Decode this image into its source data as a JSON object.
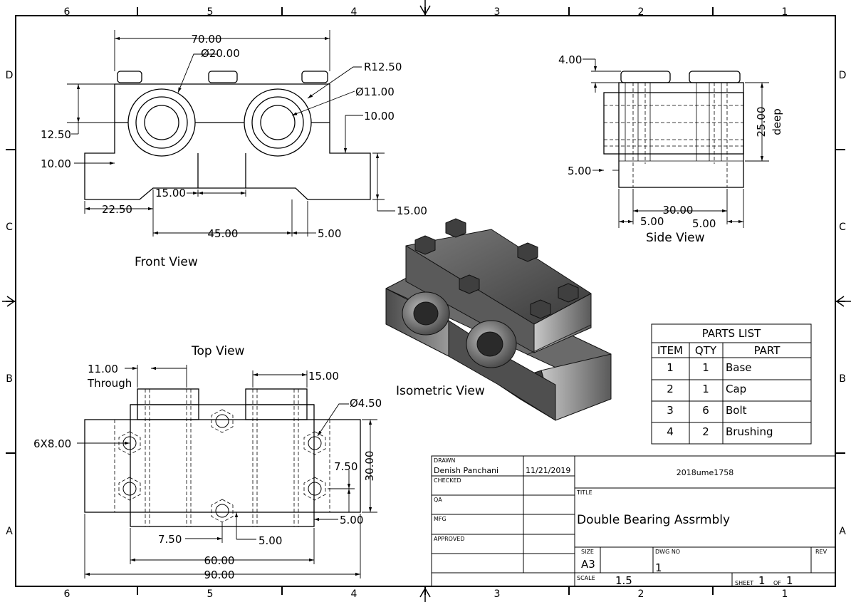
{
  "zones": {
    "columns": [
      "6",
      "5",
      "4",
      "3",
      "2",
      "1"
    ],
    "rows": [
      "D",
      "C",
      "B",
      "A"
    ]
  },
  "front_view": {
    "label": "Front View",
    "dims": [
      "70.00",
      "Ø20.00",
      "R12.50",
      "Ø11.00",
      "10.00",
      "12.50",
      "10.00",
      "15.00",
      "22.50",
      "15.00",
      "45.00",
      "5.00"
    ]
  },
  "side_view": {
    "label": "Side View",
    "dims": [
      "4.00",
      "25.00",
      "deep",
      "5.00",
      "30.00",
      "5.00",
      "5.00"
    ]
  },
  "top_view": {
    "label": "Top View",
    "dims": [
      "11.00",
      "Through",
      "15.00",
      "Ø4.50",
      "6X8.00",
      "7.50",
      "30.00",
      "5.00",
      "7.50",
      "5.00",
      "60.00",
      "90.00"
    ]
  },
  "isometric_view": {
    "label": "Isometric View"
  },
  "parts_list": {
    "title": "PARTS LIST",
    "headers": [
      "ITEM",
      "QTY",
      "PART"
    ],
    "rows": [
      [
        "1",
        "1",
        "Base"
      ],
      [
        "2",
        "1",
        "Cap"
      ],
      [
        "3",
        "6",
        "Bolt"
      ],
      [
        "4",
        "2",
        "Brushing"
      ]
    ]
  },
  "title_block": {
    "drawn_label": "DRAWN",
    "drawn_by": "Denish Panchani",
    "drawn_date": "11/21/2019",
    "checked_label": "CHECKED",
    "qa_label": "QA",
    "mfg_label": "MFG",
    "approved_label": "APPROVED",
    "company": "2018ume1758",
    "title_label": "TITLE",
    "title": "Double Bearing Assrmbly",
    "size_label": "SIZE",
    "size": "A3",
    "dwg_no_label": "DWG NO",
    "dwg_no": "1",
    "rev_label": "REV",
    "scale_label": "SCALE",
    "scale": "1.5",
    "sheet_label": "SHEET",
    "sheet": "1",
    "of_label": "OF",
    "sheets": "1"
  }
}
